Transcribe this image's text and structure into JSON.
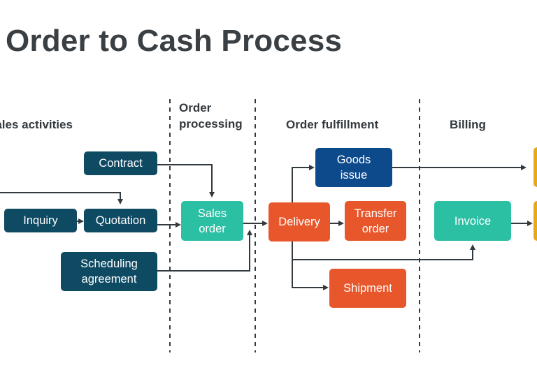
{
  "title": "Order to Cash Process",
  "stages": {
    "sales": "Sales activities",
    "order": "Order\nprocessing",
    "fulfillment": "Order fulfillment",
    "billing": "Billing"
  },
  "nodes": {
    "contract": "Contract",
    "inquiry": "Inquiry",
    "quotation": "Quotation",
    "scheduling": "Scheduling\nagreement",
    "sales_order": "Sales\norder",
    "delivery": "Delivery",
    "goods_issue": "Goods\nissue",
    "transfer_order": "Transfer\norder",
    "shipment": "Shipment",
    "invoice": "Invoice"
  },
  "colors": {
    "sales": "#0f4a63",
    "order": "#2bbfa4",
    "fulfillment": "#e8572b",
    "goods_issue": "#0d4a8c",
    "billing": "#2bbfa4",
    "payment": "#e8a81c",
    "lines": "#333a3f"
  }
}
